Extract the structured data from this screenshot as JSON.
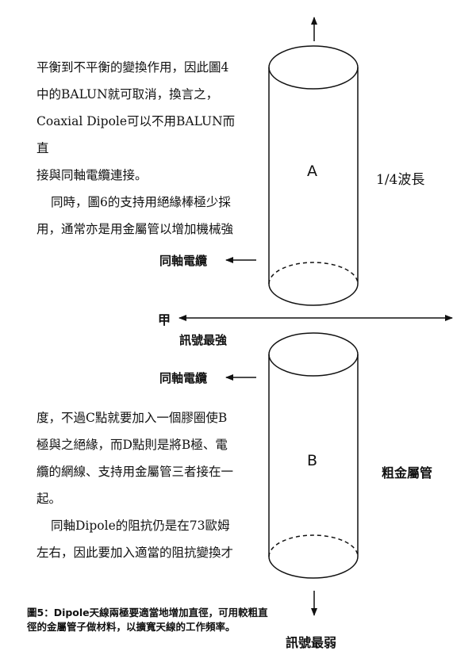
{
  "text_top": {
    "lines": [
      "平衡到不平衡的變換作用，因此圖4",
      "中的BALUN就可取消，換言之，",
      "Coaxial Dipole可以不用BALUN而直",
      "接與同軸電纜連接。"
    ],
    "para2": [
      "同時，圖6的支持用絕緣棒極少採",
      "用，通常亦是用金屬管以增加機械強"
    ]
  },
  "text_bottom": {
    "lines": [
      "度，不過C點就要加入一個膠圈使B",
      "極與之絕緣，而D點則是將B極、電",
      "纜的網線、支持用金屬管三者接在一",
      "起。"
    ],
    "para2": [
      "同軸Dipole的阻抗仍是在73歐姆",
      "左右，因此要加入適當的阻抗變換才"
    ]
  },
  "diagram": {
    "label_a": "A",
    "label_b": "B",
    "quarter_wave": "1/4波長",
    "thick_tube": "粗金屬管",
    "coax_top": "同軸電纜",
    "coax_bottom": "同軸電纜",
    "point_jia": "甲",
    "strongest": "訊號最強",
    "weakest": "訊號最弱"
  },
  "caption": {
    "line1": "圖5：Dipole天線兩極要適當地增加直徑，可用較粗直",
    "line2": "徑的金屬管子做材料，以擴寬天線的工作頻率。"
  }
}
